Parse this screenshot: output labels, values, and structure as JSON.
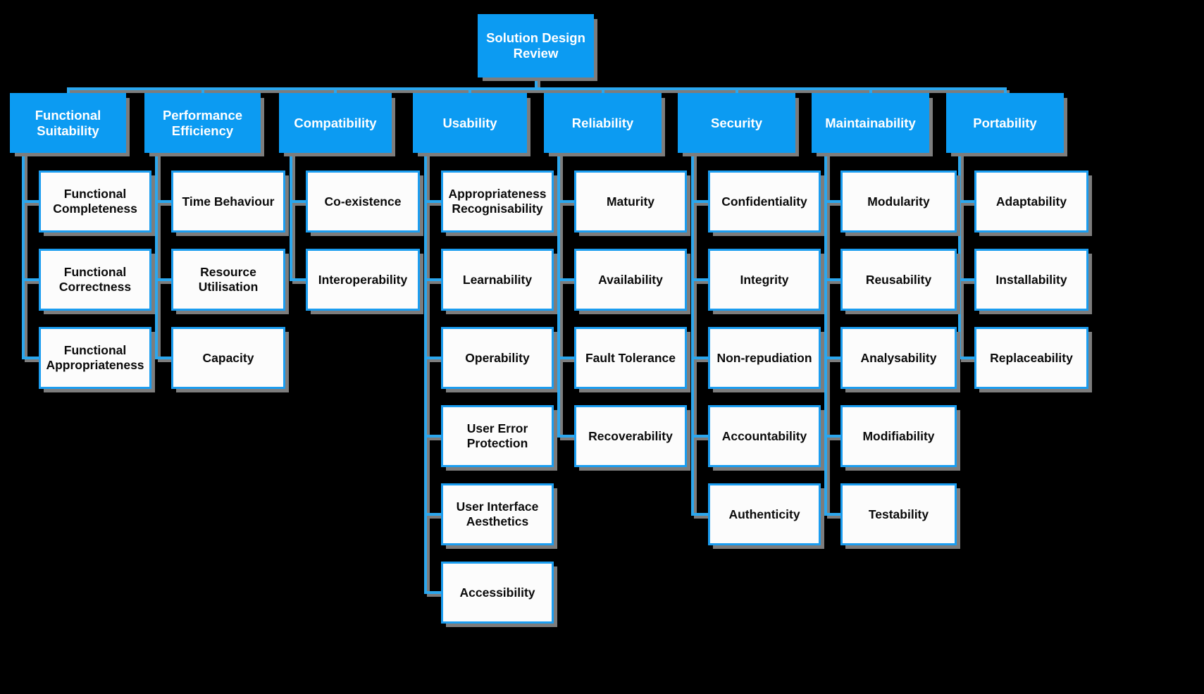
{
  "diagram": {
    "type": "organisation-chart",
    "title": "Solution Design Review",
    "background_color": "#000000",
    "accent_color": "#0C9BF2",
    "node_fill_leaf": "#FFFFFF",
    "connector_color": "#2BA7EE",
    "shadow_color": "#7D7D7D",
    "root": {
      "label": "Solution Design\nReview"
    },
    "categories": [
      {
        "id": "functional-suitability",
        "label": "Functional\nSuitability",
        "children": [
          {
            "label": "Functional\nCompleteness"
          },
          {
            "label": "Functional\nCorrectness"
          },
          {
            "label": "Functional\nAppropriateness"
          }
        ]
      },
      {
        "id": "performance-efficiency",
        "label": "Performance\nEfficiency",
        "children": [
          {
            "label": "Time Behaviour"
          },
          {
            "label": "Resource\nUtilisation"
          },
          {
            "label": "Capacity"
          }
        ]
      },
      {
        "id": "compatibility",
        "label": "Compatibility",
        "children": [
          {
            "label": "Co-existence"
          },
          {
            "label": "Interoperability"
          }
        ]
      },
      {
        "id": "usability",
        "label": "Usability",
        "children": [
          {
            "label": "Appropriateness\nRecognisability"
          },
          {
            "label": "Learnability"
          },
          {
            "label": "Operability"
          },
          {
            "label": "User Error\nProtection"
          },
          {
            "label": "User Interface\nAesthetics"
          },
          {
            "label": "Accessibility"
          }
        ]
      },
      {
        "id": "reliability",
        "label": "Reliability",
        "children": [
          {
            "label": "Maturity"
          },
          {
            "label": "Availability"
          },
          {
            "label": "Fault Tolerance"
          },
          {
            "label": "Recoverability"
          }
        ]
      },
      {
        "id": "security",
        "label": "Security",
        "children": [
          {
            "label": "Confidentiality"
          },
          {
            "label": "Integrity"
          },
          {
            "label": "Non-repudiation"
          },
          {
            "label": "Accountability"
          },
          {
            "label": "Authenticity"
          }
        ]
      },
      {
        "id": "maintainability",
        "label": "Maintainability",
        "children": [
          {
            "label": "Modularity"
          },
          {
            "label": "Reusability"
          },
          {
            "label": "Analysability"
          },
          {
            "label": "Modifiability"
          },
          {
            "label": "Testability"
          }
        ]
      },
      {
        "id": "portability",
        "label": "Portability",
        "children": [
          {
            "label": "Adaptability"
          },
          {
            "label": "Installability"
          },
          {
            "label": "Replaceability"
          }
        ]
      }
    ]
  }
}
